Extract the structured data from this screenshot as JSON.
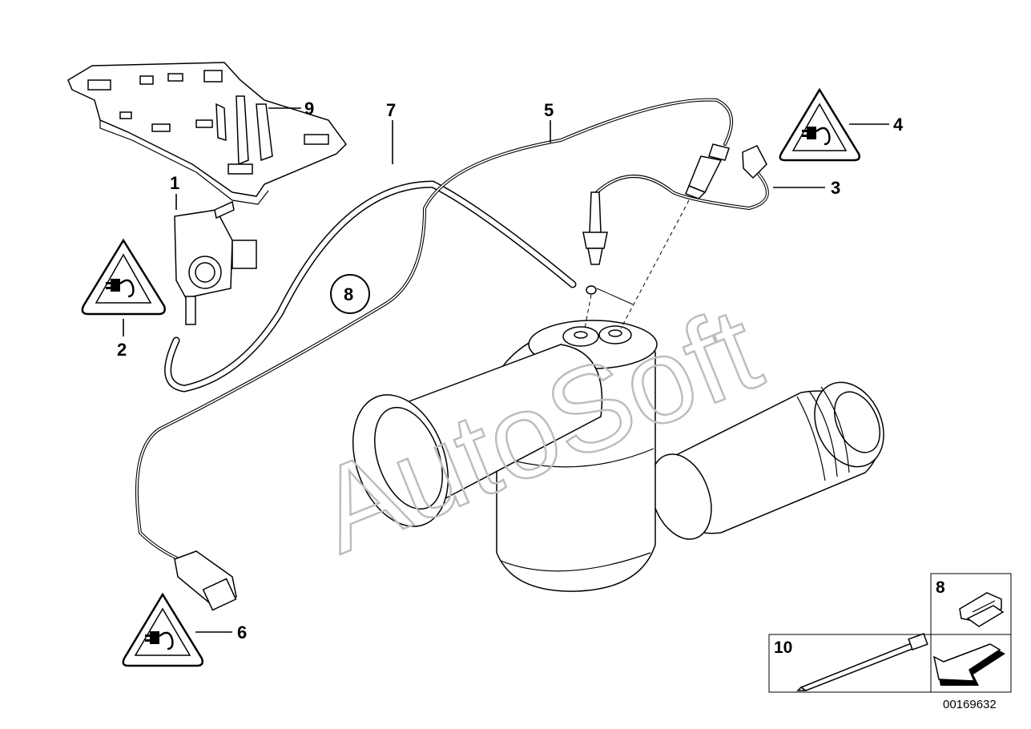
{
  "diagram": {
    "watermark": "AutoSoft",
    "callouts": [
      {
        "id": "1",
        "label": "1"
      },
      {
        "id": "2",
        "label": "2"
      },
      {
        "id": "3",
        "label": "3"
      },
      {
        "id": "4",
        "label": "4"
      },
      {
        "id": "5",
        "label": "5"
      },
      {
        "id": "6",
        "label": "6"
      },
      {
        "id": "7",
        "label": "7"
      },
      {
        "id": "8",
        "label": "8"
      },
      {
        "id": "9",
        "label": "9"
      }
    ],
    "legend_boxes": {
      "box8": "8",
      "box10": "10"
    },
    "reference_code": "00169632",
    "icons": [
      "warning-connector-icon",
      "arrow-icon"
    ]
  }
}
